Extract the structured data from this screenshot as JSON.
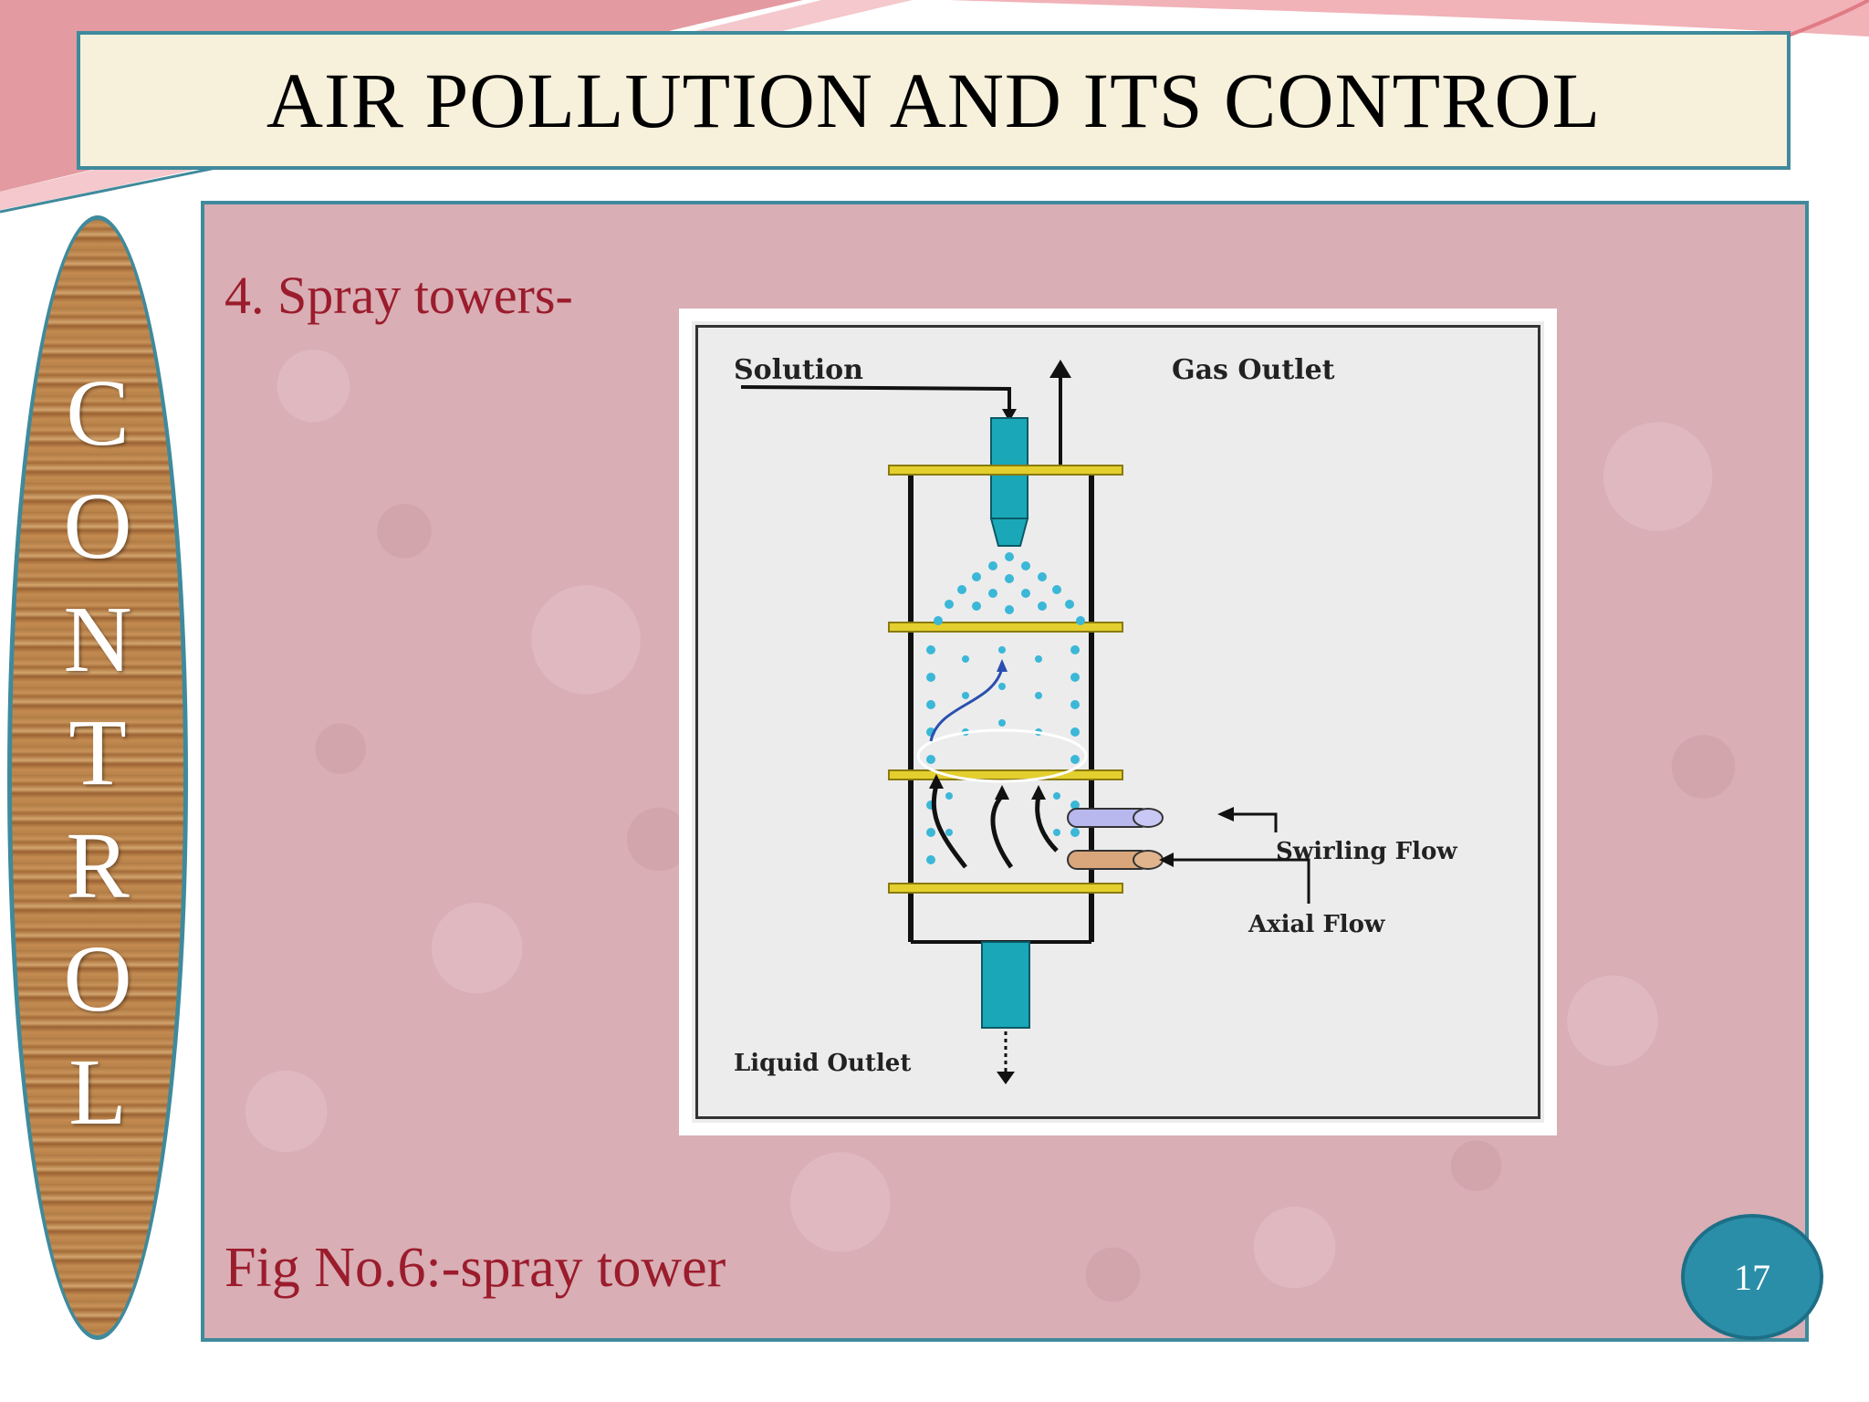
{
  "title": "AIR POLLUTION AND ITS CONTROL",
  "side_banner": {
    "letters": [
      "C",
      "O",
      "N",
      "T",
      "R",
      "O",
      "L"
    ]
  },
  "content": {
    "heading": "4. Spray towers-",
    "caption": "Fig No.6:-spray tower"
  },
  "diagram": {
    "labels": {
      "solution": "Solution",
      "gas_outlet": "Gas Outlet",
      "swirling_flow": "Swirling Flow",
      "axial_flow": "Axial Flow",
      "liquid_outlet": "Liquid Outlet"
    }
  },
  "page_number": "17",
  "colors": {
    "title_bg": "#f7f1dc",
    "border_accent": "#3f8a9c",
    "content_bg": "#d9aeb5",
    "heading_text": "#9b1c2c",
    "badge": "#2b8ea8"
  }
}
